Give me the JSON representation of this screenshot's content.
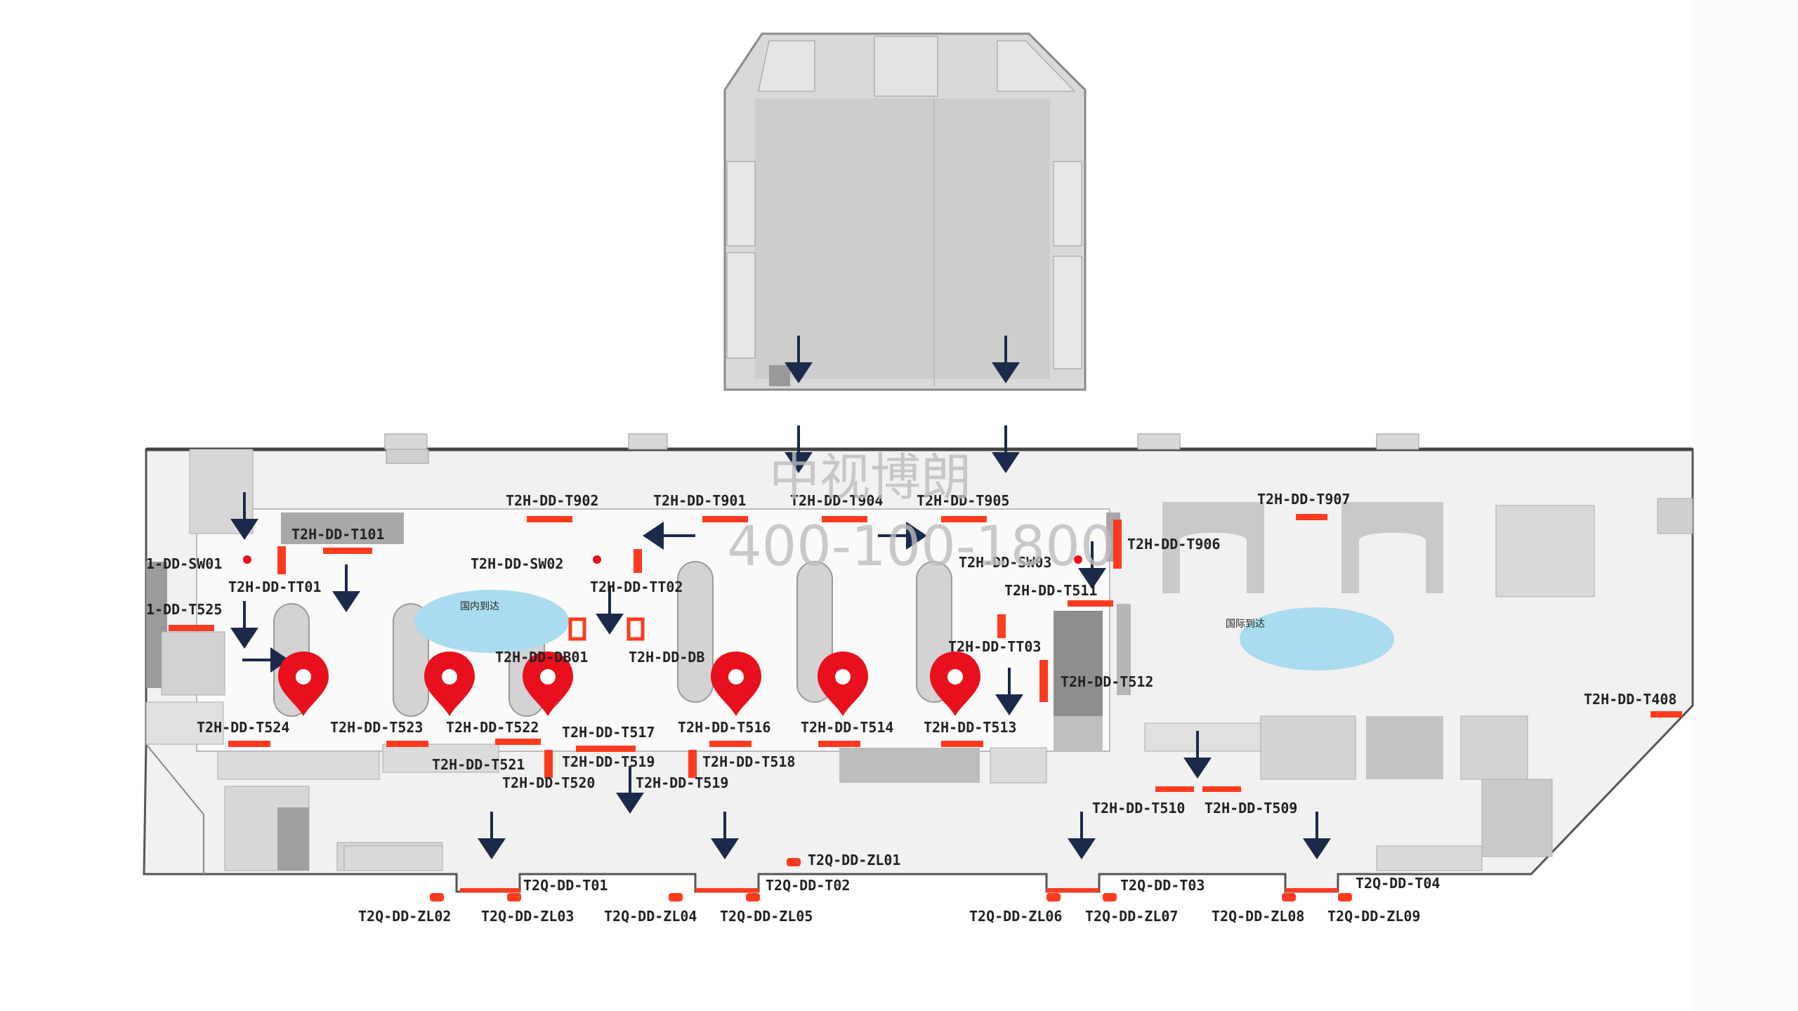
{
  "watermark": {
    "line1": "中视博朗",
    "line2": "400-100-1800"
  },
  "zones": {
    "domestic": "国内到达",
    "international": "国际到达"
  },
  "colors": {
    "marker": "#e8101c",
    "ad_slot": "#ff3b1f",
    "arrow": "#1b2a4a",
    "zone": "#a9dcef",
    "floor": "#f2f2f2",
    "block": "#cfcfcf"
  },
  "labels": {
    "t902": "T2H-DD-T902",
    "t901": "T2H-DD-T901",
    "t904": "T2H-DD-T904",
    "t905": "T2H-DD-T905",
    "t907": "T2H-DD-T907",
    "t101": "T2H-DD-T101",
    "t906": "T2H-DD-T906",
    "sw01": "1-DD-SW01",
    "sw02": "T2H-DD-SW02",
    "sw03": "T2H-DD-SW03",
    "tt01": "T2H-DD-TT01",
    "tt02": "T2H-DD-TT02",
    "t525": "1-DD-T525",
    "t511": "T2H-DD-T511",
    "tt03": "T2H-DD-TT03",
    "db01": "T2H-DD-DB01",
    "db02": "T2H-DD-DB",
    "t512": "T2H-DD-T512",
    "t408": "T2H-DD-T408",
    "t524": "T2H-DD-T524",
    "t523": "T2H-DD-T523",
    "t522": "T2H-DD-T522",
    "t517": "T2H-DD-T517",
    "t516": "T2H-DD-T516",
    "t514": "T2H-DD-T514",
    "t513": "T2H-DD-T513",
    "t521": "T2H-DD-T521",
    "t519": "T2H-DD-T519",
    "t518": "T2H-DD-T518",
    "t520": "T2H-DD-T520",
    "t15b": "T2H-DD-T519",
    "t510": "T2H-DD-T510",
    "t509": "T2H-DD-T509",
    "t01": "T2Q-DD-T01",
    "t02": "T2Q-DD-T02",
    "t03": "T2Q-DD-T03",
    "t04": "T2Q-DD-T04",
    "zl01": "T2Q-DD-ZL01",
    "zl02": "T2Q-DD-ZL02",
    "zl03": "T2Q-DD-ZL03",
    "zl04": "T2Q-DD-ZL04",
    "zl05": "T2Q-DD-ZL05",
    "zl06": "T2Q-DD-ZL06",
    "zl07": "T2Q-DD-ZL07",
    "zl08": "T2Q-DD-ZL08",
    "zl09": "T2Q-DD-ZL09"
  }
}
